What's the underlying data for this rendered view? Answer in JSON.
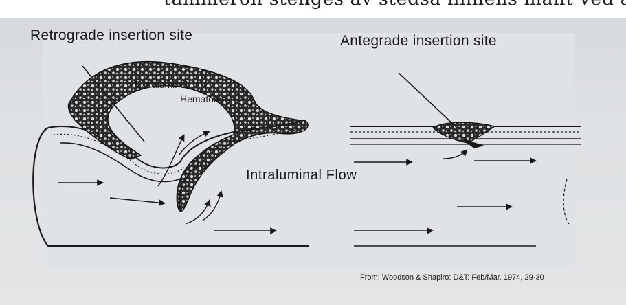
{
  "header": {
    "partial_caption": "tammeron stenges av stedsa hnnens mant ved anl"
  },
  "diagram": {
    "retrograde_label": "Retrograde insertion site",
    "antegrade_label": "Antegrade insertion site",
    "extraluminal_label": "Extraluminal",
    "hematoma_label": "Hematoma",
    "flow_label": "Intraluminal Flow",
    "citation": "From: Woodson & Shapiro: D&T: Feb/Mar. 1974, 29-30"
  }
}
